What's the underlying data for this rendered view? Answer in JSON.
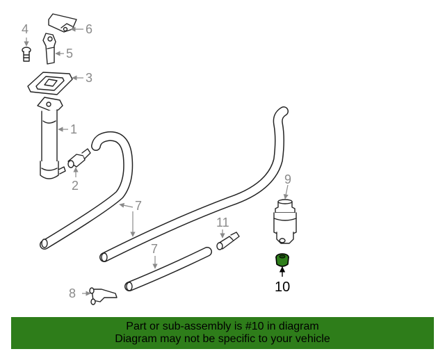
{
  "diagram": {
    "callouts": [
      "1",
      "2",
      "3",
      "4",
      "5",
      "6",
      "7",
      "7",
      "8",
      "9",
      "10",
      "11"
    ],
    "highlighted_part": "10",
    "highlight_color": "#2e7d1a"
  },
  "banner": {
    "line1": "Part or sub-assembly is #10 in diagram",
    "line2": "Diagram may not be specific to your vehicle",
    "background": "#2e7d1a"
  }
}
